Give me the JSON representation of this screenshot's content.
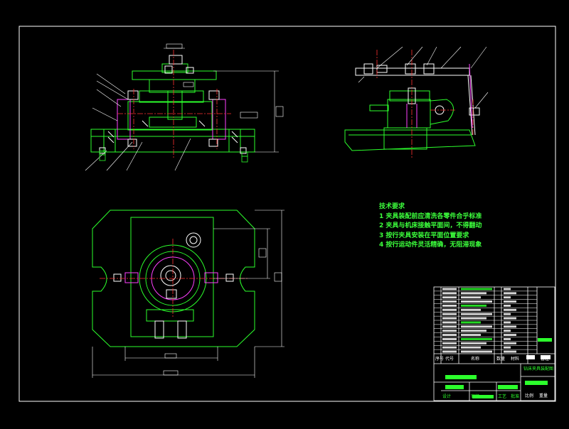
{
  "colors": {
    "background": "#000000",
    "frame": "#ffffff",
    "part_outline": "#2cff2c",
    "centerline": "#ff3030",
    "hardware": "#ff40ff",
    "fastener": "#ffffff",
    "dimension": "#ffffff",
    "note_text": "#3cff3c"
  },
  "technical_requirements": {
    "title": "技术要求",
    "items": [
      "1 夹具装配前应清洗各零件合乎标准",
      "2 夹具与机床接触平面间，不得翻动",
      "3 按行夹具安装在平面位置要求",
      "4 按行运动件灵活精确，无阻滞现象"
    ]
  },
  "title_block": {
    "drawing_name": "钻床夹具装配图",
    "header_cells": [
      "序号",
      "代号",
      "名称",
      "数量",
      "材料",
      "备注"
    ],
    "sign_cells": [
      "设计",
      "审核",
      "工艺",
      "批准"
    ],
    "sheet_cells": [
      "比例",
      "重量"
    ]
  }
}
